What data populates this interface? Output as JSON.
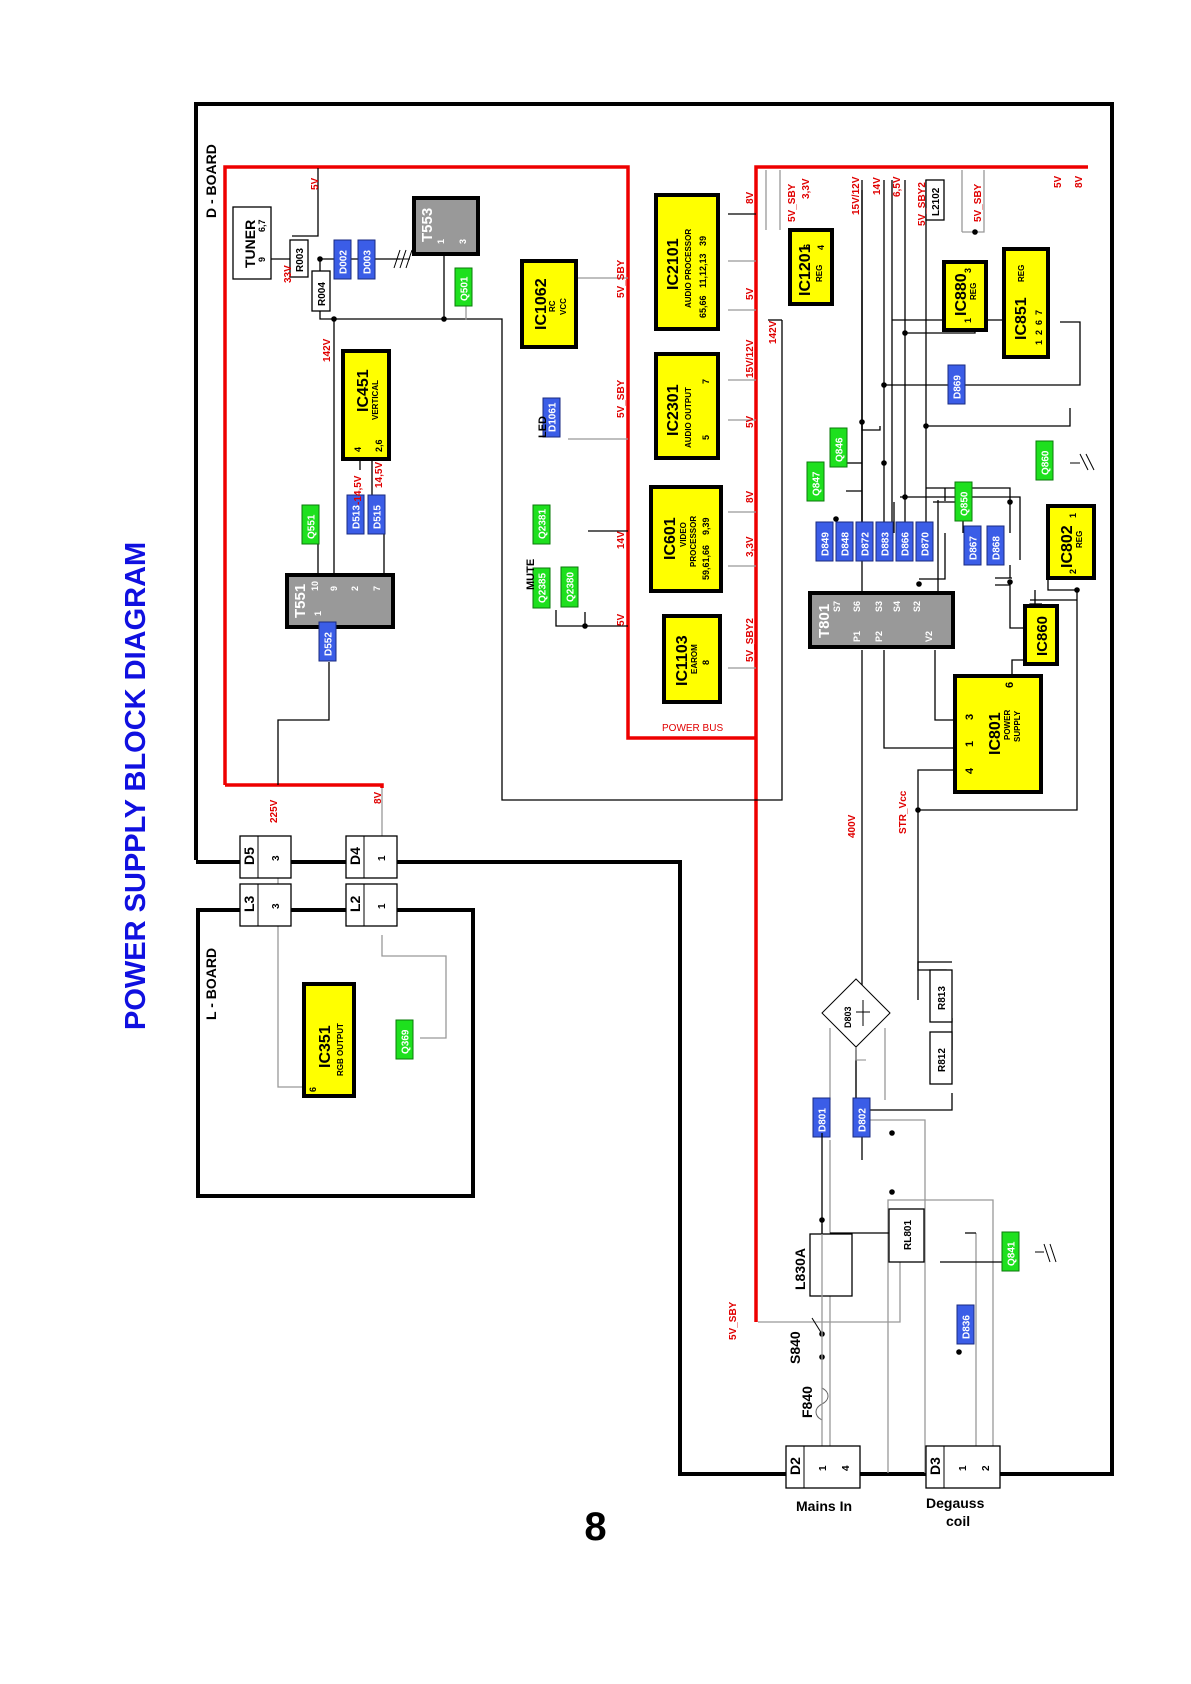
{
  "title": "POWER SUPPLY BLOCK DIAGRAM",
  "page_number": "8",
  "boards": {
    "d_board": "D - BOARD",
    "l_board": "L - BOARD"
  },
  "power_bus_label": "POWER BUS",
  "colors": {
    "title": "#1010e0",
    "bus": "#ee0000",
    "ic_fill": "#ffff00",
    "diode": "#3b5de7",
    "transistor": "#1ee01e",
    "transformer": "#999999"
  },
  "ics": {
    "tuner": {
      "name": "TUNER",
      "pins_a": "9",
      "pins_b": "6,7"
    },
    "ic1062": {
      "name": "IC1062",
      "sub1": "RC",
      "sub2": "VCC"
    },
    "ic451": {
      "name": "IC451",
      "sub": "VERTICAL",
      "p1": "4",
      "p2": "2,6"
    },
    "ic2101": {
      "name": "IC2101",
      "sub": "AUDIO PROCESSOR",
      "pins": "65,66   11,12,13   39"
    },
    "ic2301": {
      "name": "IC2301",
      "sub": "AUDIO OUTPUT",
      "p1": "5",
      "p2": "7"
    },
    "ic601": {
      "name": "IC601",
      "sub1": "VIDEO",
      "sub2": "PROCESSOR",
      "pins": "59,61,66    9,39"
    },
    "ic1103": {
      "name": "IC1103",
      "sub": "EAROM",
      "pin": "8"
    },
    "ic1201": {
      "name": "IC1201",
      "sub": "REG",
      "p1": "6",
      "p2": "4"
    },
    "ic880": {
      "name": "IC880",
      "sub": "REG",
      "p1": "1",
      "p2": "3"
    },
    "ic851": {
      "name": "IC851",
      "sub": "REG",
      "pins": "1  2  6  7"
    },
    "ic802": {
      "name": "IC802",
      "sub": "REG",
      "p1": "2",
      "p2": "1"
    },
    "ic860": {
      "name": "IC860"
    },
    "ic801": {
      "name": "IC801",
      "sub1": "POWER",
      "sub2": "SUPPLY",
      "p4": "4",
      "p1": "1",
      "p3": "3",
      "p6": "6"
    },
    "ic351": {
      "name": "IC351",
      "sub": "RGB OUTPUT",
      "pin": "6"
    }
  },
  "transformers": {
    "t553": {
      "name": "T553",
      "p1": "1",
      "p3": "3"
    },
    "t551": {
      "name": "T551",
      "p1": "1",
      "p10": "10",
      "p9": "9",
      "p2": "2",
      "p7": "7"
    },
    "t801": {
      "name": "T801",
      "s7": "S7",
      "s6": "S6",
      "s3": "S3",
      "s4": "S4",
      "s2": "S2",
      "p1": "P1",
      "p2": "P2",
      "v2": "V2"
    }
  },
  "diodes": [
    "D002",
    "D003",
    "D513",
    "D515",
    "D552",
    "D1061",
    "D849",
    "D848",
    "D872",
    "D883",
    "D866",
    "D870",
    "D867",
    "D868",
    "D869",
    "D801",
    "D802",
    "D836"
  ],
  "transistors": [
    "Q501",
    "Q551",
    "Q2381",
    "Q2385",
    "Q2380",
    "Q846",
    "Q847",
    "Q850",
    "Q860",
    "Q369",
    "Q841"
  ],
  "passives": {
    "r003": "R003",
    "r004": "R004",
    "l2102": "L2102",
    "rl801": "RL801",
    "l830a": "L830A",
    "r813": "R813",
    "r812": "R812",
    "d803": "D803",
    "s840": "S840",
    "f840": "F840"
  },
  "connectors": {
    "d5": {
      "name": "D5",
      "pin": "3"
    },
    "d4": {
      "name": "D4",
      "pin": "1"
    },
    "l3": {
      "name": "L3",
      "pin": "3"
    },
    "l2": {
      "name": "L2",
      "pin": "1"
    },
    "d2": {
      "name": "D2",
      "p1": "1",
      "p2": "4",
      "label": "Mains In"
    },
    "d3": {
      "name": "D3",
      "p1": "1",
      "p2": "2",
      "label1": "Degauss",
      "label2": "coil"
    }
  },
  "voltages": {
    "v5v_tuner": "5V",
    "v33v": "33V",
    "v142v_a": "142V",
    "vm145": "-14,5V",
    "v145": "14,5V",
    "v5vsby_a": "5V_SBY",
    "v5vsby_b": "5V_SBY",
    "v14v": "14V",
    "v5v_mute": "5V",
    "v8v_2101": "8V",
    "v5v_2101": "5V",
    "v1512_2301": "15V/12V",
    "v5v_2301": "5V",
    "v8v_601": "8V",
    "v33_601": "3,3V",
    "v5sby2_1103": "5V_SBY2",
    "v142v_b": "142V",
    "v5vsby_top": "5V_SBY",
    "v33_top": "3,3V",
    "v1512_top": "15V/12V",
    "v14_top": "14V",
    "v65_top": "6,5V",
    "v5sby2_top": "5V_SBY2",
    "v5vsby_r": "5V_SBY",
    "v5v_r": "5V",
    "v8v_r": "8V",
    "v225": "225V",
    "v8v_conn": "8V",
    "v400": "400V",
    "str_vcc": "STR_Vcc",
    "v5vsby_bottom": "5V_SBY",
    "mute": "MUTE",
    "led": "LED"
  }
}
